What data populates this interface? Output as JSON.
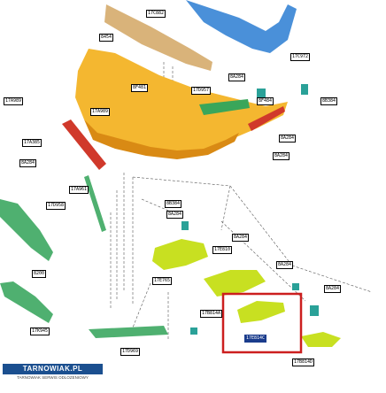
{
  "diagram": {
    "colors": {
      "bumper": "#f4b730",
      "bumper_shade": "#d98a14",
      "reinforcement_blue": "#4a90d9",
      "grille_green": "#3aa65a",
      "lower_grille_green": "#4fb070",
      "fog_bezel_lime": "#c8e021",
      "bracket_teal": "#2aa198",
      "trim_red": "#d0392b",
      "highlight_box": "#cc1f1f"
    },
    "callouts": [
      {
        "id": "c1",
        "text": "17C882"
      },
      {
        "id": "c2",
        "text": "8454"
      },
      {
        "id": "c3",
        "text": "17C972"
      },
      {
        "id": "c4",
        "text": "8A284"
      },
      {
        "id": "c5",
        "text": "17D957"
      },
      {
        "id": "c6",
        "text": "8F481"
      },
      {
        "id": "c7",
        "text": "8F484"
      },
      {
        "id": "c8",
        "text": "8B384"
      },
      {
        "id": "c9",
        "text": "17A989"
      },
      {
        "id": "c10",
        "text": "17A989"
      },
      {
        "id": "c11",
        "text": "17A385"
      },
      {
        "id": "c12",
        "text": "8A284"
      },
      {
        "id": "c13",
        "text": "8A284"
      },
      {
        "id": "c14",
        "text": "8A284"
      },
      {
        "id": "c15",
        "text": "17A961"
      },
      {
        "id": "c16",
        "text": "17D958"
      },
      {
        "id": "c17",
        "text": "8B384"
      },
      {
        "id": "c18",
        "text": "8A284"
      },
      {
        "id": "c19",
        "text": "8A284"
      },
      {
        "id": "c20",
        "text": "17E810"
      },
      {
        "id": "c21",
        "text": "8200"
      },
      {
        "id": "c22",
        "text": "17K945"
      },
      {
        "id": "c23",
        "text": "17E765"
      },
      {
        "id": "c24",
        "text": "17B814A"
      },
      {
        "id": "c25",
        "text": "17E814C"
      },
      {
        "id": "c26",
        "text": "17B814D"
      },
      {
        "id": "c27",
        "text": "8A284"
      },
      {
        "id": "c28",
        "text": "8A284"
      },
      {
        "id": "c29",
        "text": "17D969"
      }
    ],
    "watermark": {
      "brand": "TARNOWIAK.PL",
      "tagline": "TARNOWIAK SERWIS ODLOZENIOWY"
    }
  }
}
